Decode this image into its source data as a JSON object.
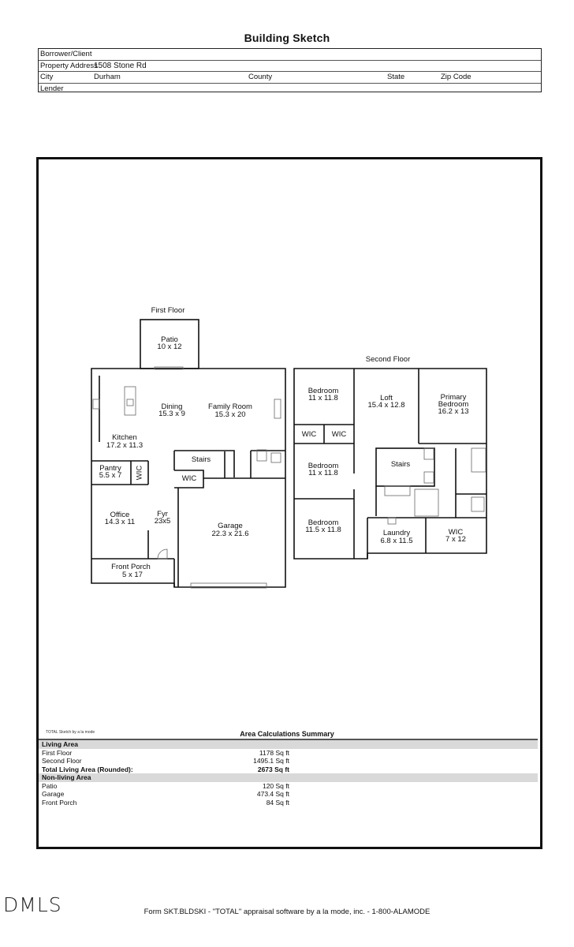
{
  "title": "Building Sketch",
  "header": {
    "borrower_label": "Borrower/Client",
    "borrower_value": "",
    "address_label": "Property Address",
    "address_value": "1508 Stone Rd",
    "city_label": "City",
    "city_value": "Durham",
    "county_label": "County",
    "state_label": "State",
    "zip_label": "Zip Code",
    "lender_label": "Lender"
  },
  "first_floor": {
    "label": "First Floor",
    "rooms": [
      {
        "name": "Patio",
        "dims": "10 x 12"
      },
      {
        "name": "Dining",
        "dims": "15.3 x 9"
      },
      {
        "name": "Family Room",
        "dims": "15.3 x 20"
      },
      {
        "name": "Kitchen",
        "dims": "17.2 x 11.3"
      },
      {
        "name": "Stairs",
        "dims": ""
      },
      {
        "name": "Pantry",
        "dims": "5.5 x 7"
      },
      {
        "name": "WIC",
        "dims": ""
      },
      {
        "name": "WIC",
        "dims": ""
      },
      {
        "name": "Office",
        "dims": "14.3 x 11"
      },
      {
        "name": "Fyr",
        "dims": "23x5"
      },
      {
        "name": "Garage",
        "dims": "22.3 x 21.6"
      },
      {
        "name": "Front Porch",
        "dims": "5 x 17"
      }
    ]
  },
  "second_floor": {
    "label": "Second Floor",
    "rooms": [
      {
        "name": "Bedroom",
        "dims": "11 x 11.8"
      },
      {
        "name": "Loft",
        "dims": "15.4 x 12.8"
      },
      {
        "name": "Primary",
        "dims": ""
      },
      {
        "name": "Bedroom",
        "dims": "16.2 x 13"
      },
      {
        "name": "WIC",
        "dims": ""
      },
      {
        "name": "WIC",
        "dims": ""
      },
      {
        "name": "Bedroom",
        "dims": "11 x 11.8"
      },
      {
        "name": "Stairs",
        "dims": ""
      },
      {
        "name": "Bedroom",
        "dims": "11.5 x 11.8"
      },
      {
        "name": "Laundry",
        "dims": "6.8 x 11.5"
      },
      {
        "name": "WIC",
        "dims": "7 x 12"
      }
    ]
  },
  "summary": {
    "sketch_tag": "TOTAL Sketch by a la mode",
    "title": "Area Calculations Summary",
    "living_label": "Living Area",
    "living_rows": [
      {
        "label": "First Floor",
        "value": "1178 Sq ft"
      },
      {
        "label": "Second Floor",
        "value": "1495.1 Sq ft"
      },
      {
        "label": "Total Living Area (Rounded):",
        "value": "2673 Sq ft"
      }
    ],
    "nonliving_label": "Non-living Area",
    "nonliving_rows": [
      {
        "label": "Patio",
        "value": "120 Sq ft"
      },
      {
        "label": "Garage",
        "value": "473.4 Sq ft"
      },
      {
        "label": "Front Porch",
        "value": "84 Sq ft"
      }
    ]
  },
  "logo": "DMLS",
  "footer": "Form SKT.BLDSKI - \"TOTAL\" appraisal software by a la mode, inc. - 1-800-ALAMODE"
}
